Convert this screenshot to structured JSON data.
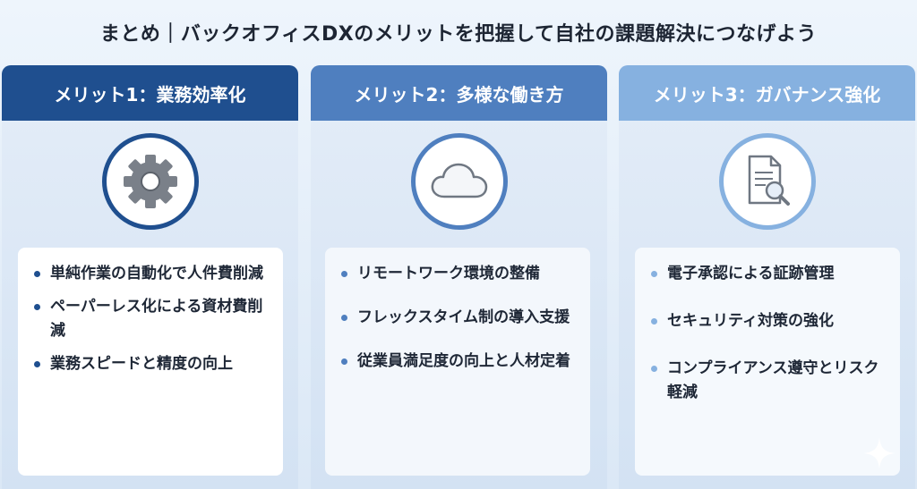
{
  "header": {
    "title": "まとめ｜バックオフィスDXのメリットを把握して自社の課題解決につなげよう"
  },
  "columns": [
    {
      "heading": "メリット1：業務効率化",
      "icon": "gear-icon",
      "items": [
        "単純作業の自動化で人件費削減",
        "ペーパーレス化による資材費削減",
        "業務スピードと精度の向上"
      ]
    },
    {
      "heading": "メリット2：多様な働き方",
      "icon": "cloud-icon",
      "items": [
        "リモートワーク環境の整備",
        "フレックスタイム制の導入支援",
        "従業員満足度の向上と人材定着"
      ]
    },
    {
      "heading": "メリット3：ガバナンス強化",
      "icon": "document-search-icon",
      "items": [
        "電子承認による証跡管理",
        "セキュリティ対策の強化",
        "コンプライアンス遵守とリスク軽減"
      ]
    }
  ],
  "colors": {
    "col1": "#1f4f8f",
    "col2": "#4f7fbf",
    "col3": "#86b1e0"
  }
}
